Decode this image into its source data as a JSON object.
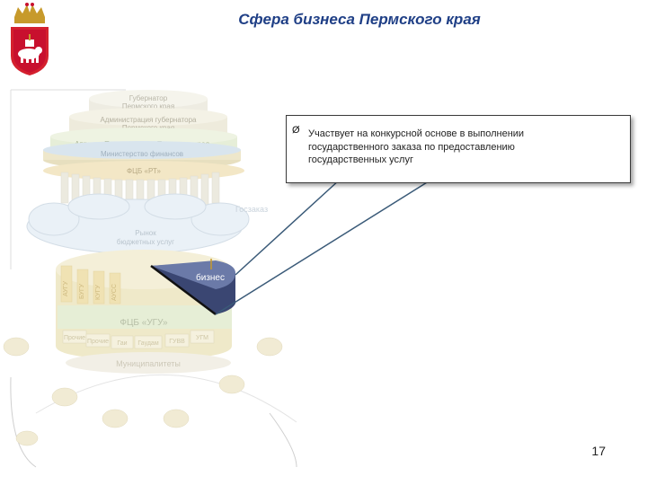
{
  "header": {
    "title": "Сфера бизнеса Пермского края"
  },
  "diagram": {
    "tier_governor": [
      "Губернатор",
      "Пермского края"
    ],
    "tier_admin": [
      "Администрация губернатора",
      "Пермского края"
    ],
    "tier_govt": "Аппарат Правительства Пермского края",
    "tier_finance": "Министерство финансов",
    "fcb_rt": "ФЦБ «РТ»",
    "gos_label": "Госзаказ",
    "market": [
      "Рынок",
      "бюджетных услуг"
    ],
    "business": "бизнес",
    "fcb_ugu": "ФЦБ «УГУ»",
    "segments": [
      "АУГУ",
      "БУГУ",
      "КУГУ",
      "АУСС"
    ],
    "lower_ring": [
      "Прочие",
      "Прочие",
      "Гаи",
      "Гаудам",
      "ГУВВ",
      "УГМ"
    ],
    "municipal": "Муниципалитеты"
  },
  "callout": {
    "bullet": "Ø",
    "text": "Участвует на конкурсной основе в выполнении государственного заказа по предоставлению государственных услуг"
  },
  "footer": {
    "page_number": "17"
  },
  "colors": {
    "title": "#1f3f86",
    "accent_red": "#c8102e",
    "business": "#2f3b66"
  }
}
